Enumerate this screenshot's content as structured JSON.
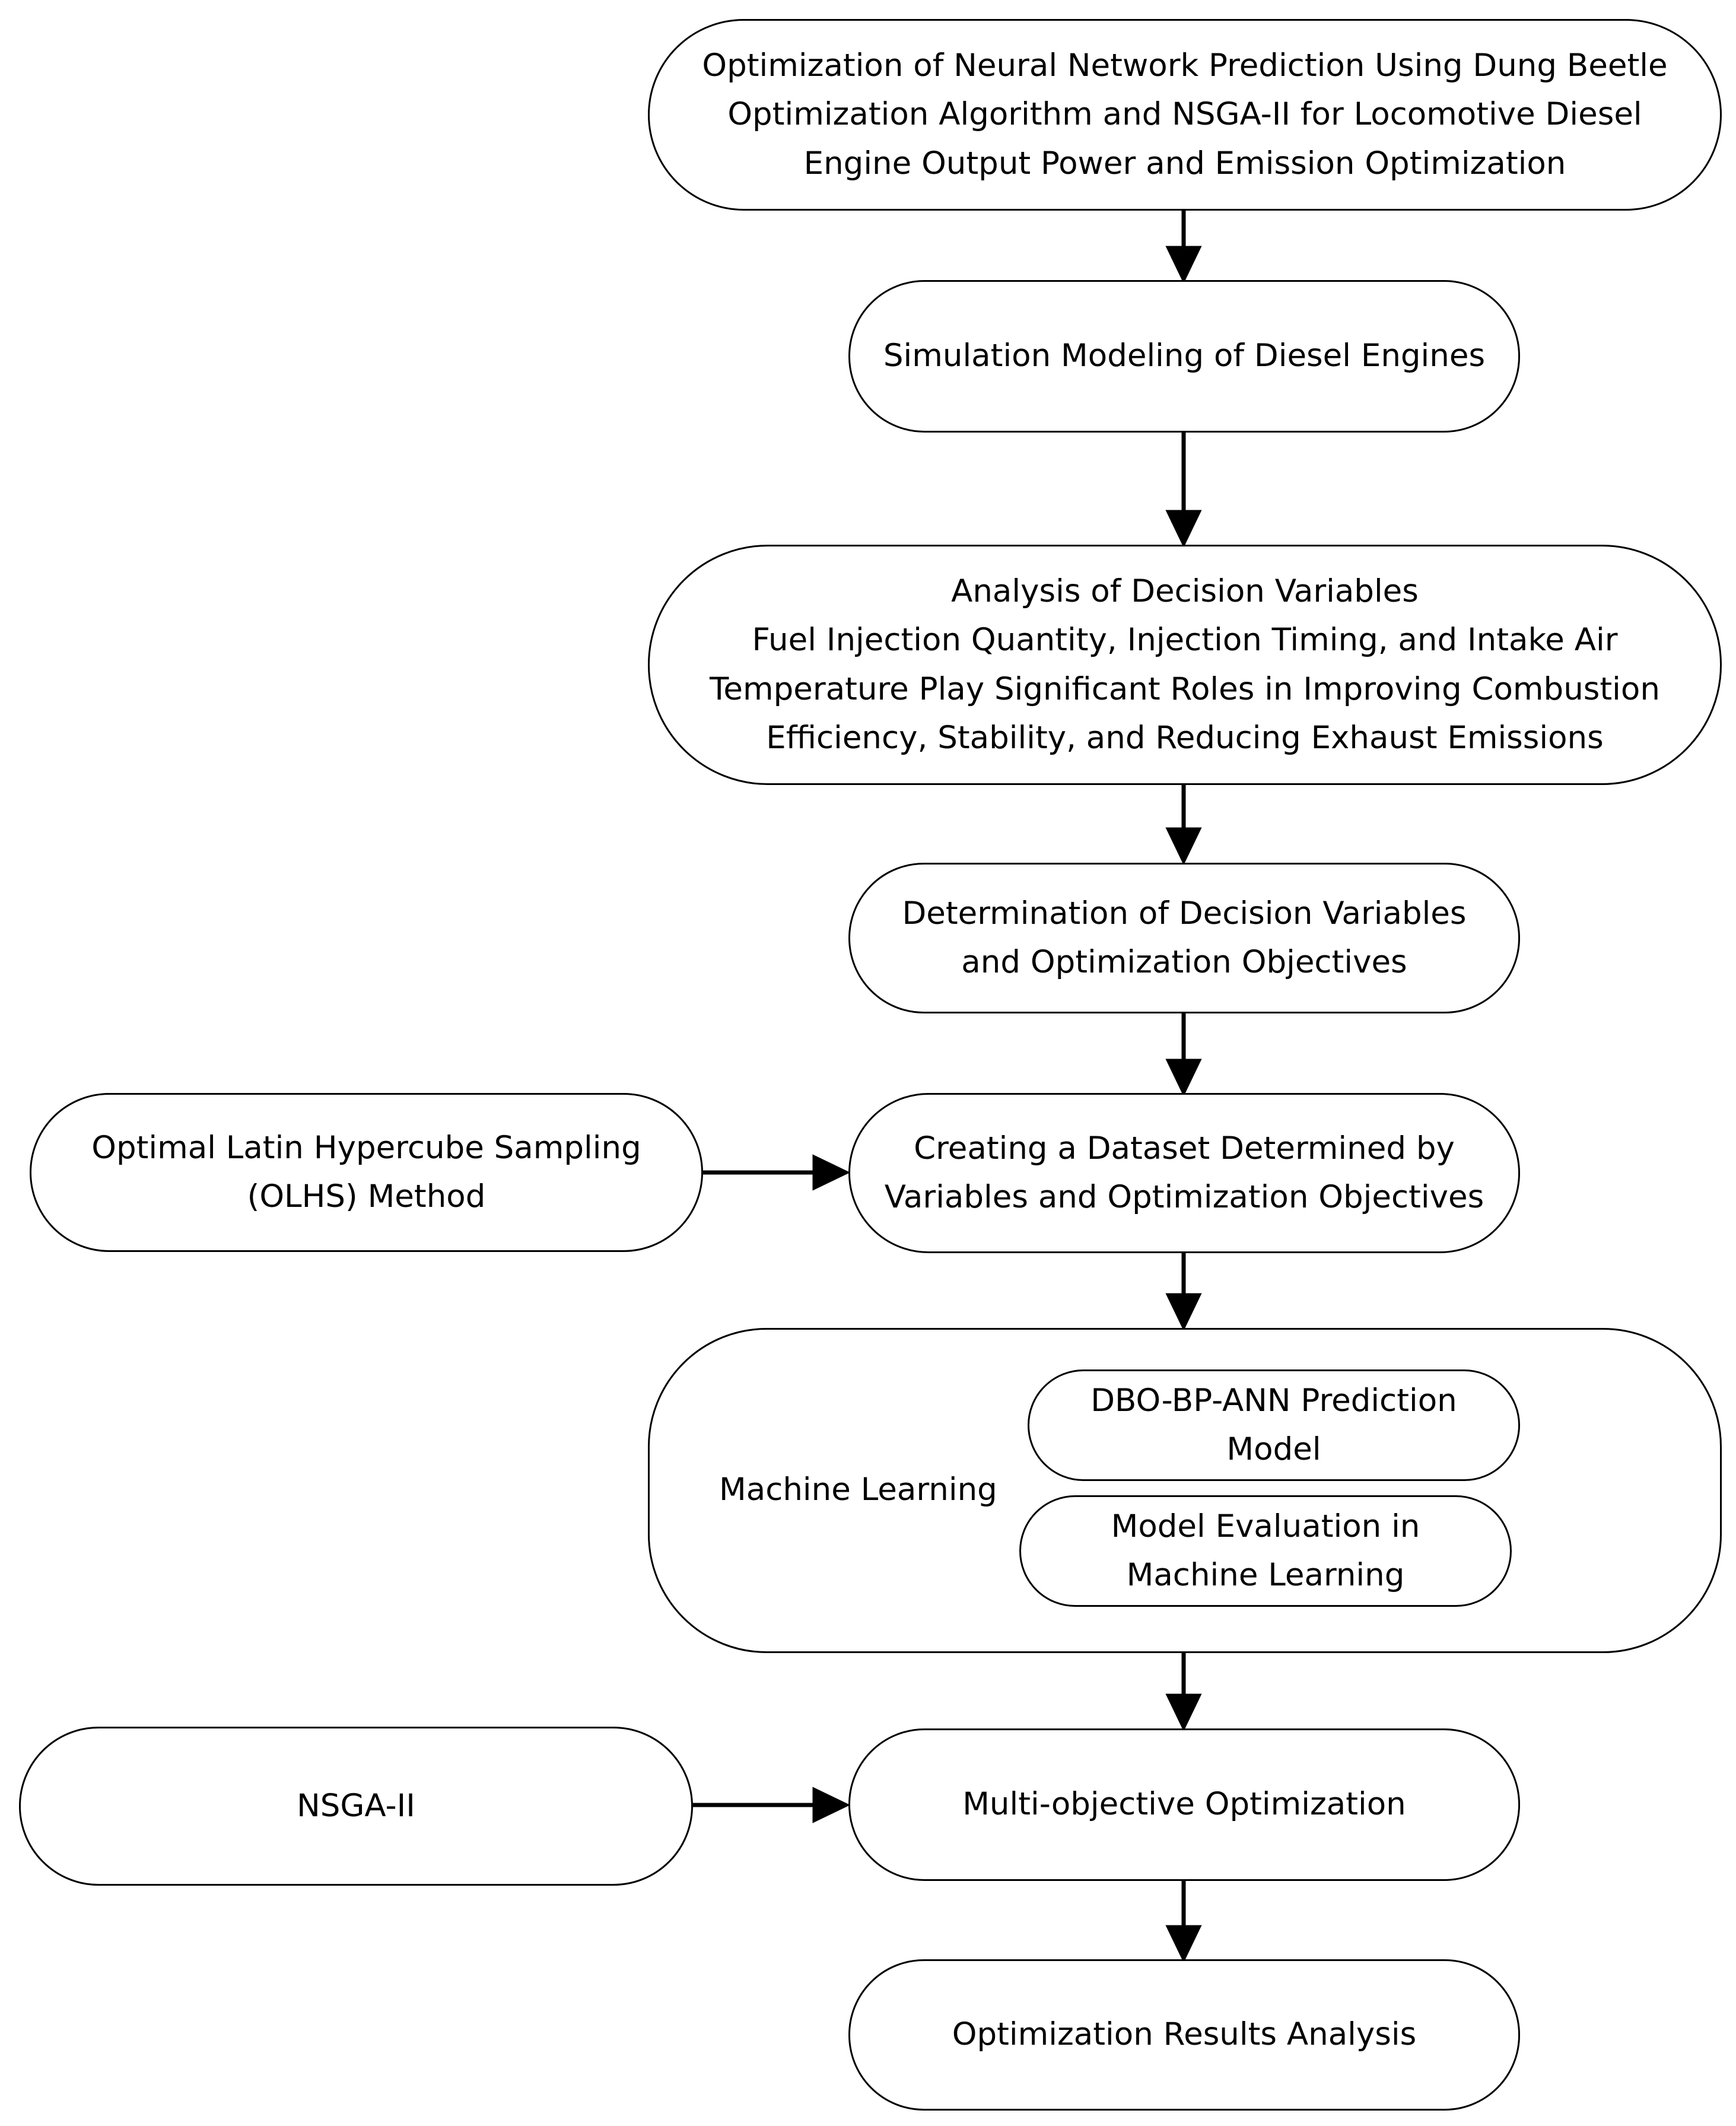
{
  "nodes": {
    "title": [
      "Optimization of Neural Network Prediction Using Dung Beetle",
      "Optimization Algorithm and NSGA-II for Locomotive Diesel",
      "Engine Output Power and Emission Optimization"
    ],
    "simulation": [
      "Simulation Modeling of Diesel Engines"
    ],
    "analysis": [
      "Analysis of Decision Variables",
      "Fuel Injection Quantity, Injection Timing, and Intake Air",
      "Temperature Play Significant Roles in Improving Combustion",
      "Efficiency, Stability, and Reducing Exhaust Emissions"
    ],
    "determination": [
      "Determination of Decision Variables",
      "and Optimization Objectives"
    ],
    "olhs": [
      "Optimal Latin Hypercube Sampling",
      "(OLHS) Method"
    ],
    "dataset": [
      "Creating a Dataset Determined by",
      "Variables and Optimization Objectives"
    ],
    "machine_learning_label": "Machine Learning",
    "dbo_model": [
      "DBO-BP-ANN Prediction",
      "Model"
    ],
    "model_evaluation": [
      "Model Evaluation in",
      "Machine Learning"
    ],
    "nsga": [
      "NSGA-II"
    ],
    "multi_objective": [
      "Multi-objective Optimization"
    ],
    "results": [
      "Optimization Results Analysis"
    ]
  }
}
